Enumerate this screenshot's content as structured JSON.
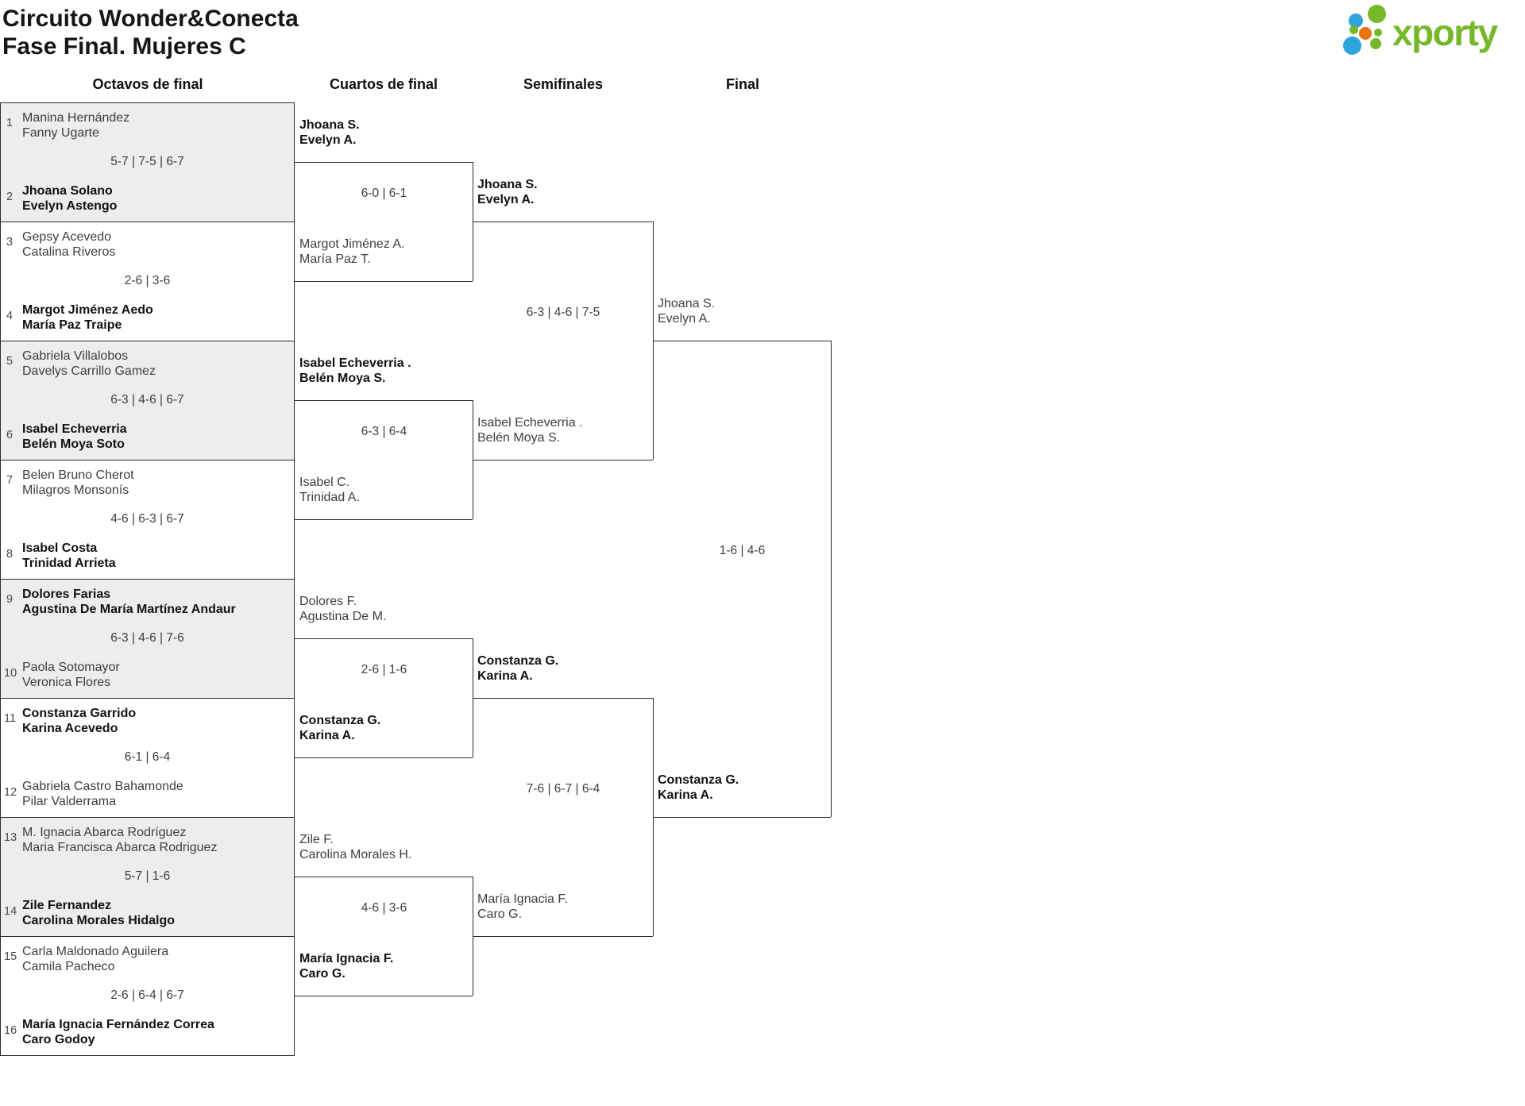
{
  "title": {
    "line1": "Circuito Wonder&Conecta",
    "line2": "Fase Final. Mujeres C"
  },
  "logo": {
    "wordmark": "xporty",
    "colors": {
      "green": "#76b82a",
      "blue": "#2fa3dc",
      "orange": "#e87210"
    }
  },
  "rounds": {
    "r16": "Octavos de final",
    "qf": "Cuartos de final",
    "sf": "Semifinales",
    "final": "Final"
  },
  "bracket": {
    "r16_matches": [
      {
        "seed_top": "1",
        "top": [
          "Manina Hernández",
          "Fanny Ugarte"
        ],
        "score": "5-7 | 7-5 | 6-7",
        "seed_bottom": "2",
        "bottom": [
          "Jhoana Solano",
          "Evelyn Astengo"
        ],
        "winner": "bottom"
      },
      {
        "seed_top": "3",
        "top": [
          "Gepsy Acevedo",
          "Catalina Riveros"
        ],
        "score": "2-6 | 3-6",
        "seed_bottom": "4",
        "bottom": [
          "Margot Jiménez Aedo",
          "María Paz Traipe"
        ],
        "winner": "bottom"
      },
      {
        "seed_top": "5",
        "top": [
          "Gabriela Villalobos",
          "Davelys Carrillo Gamez"
        ],
        "score": "6-3 | 4-6 | 6-7",
        "seed_bottom": "6",
        "bottom": [
          "Isabel Echeverria",
          "Belén Moya Soto"
        ],
        "winner": "bottom"
      },
      {
        "seed_top": "7",
        "top": [
          "Belen Bruno Cherot",
          "Milagros Monsonís"
        ],
        "score": "4-6 | 6-3 | 6-7",
        "seed_bottom": "8",
        "bottom": [
          "Isabel Costa",
          "Trinidad Arrieta"
        ],
        "winner": "bottom"
      },
      {
        "seed_top": "9",
        "top": [
          "Dolores Farias",
          "Agustina De María Martínez Andaur"
        ],
        "score": "6-3 | 4-6 | 7-6",
        "seed_bottom": "10",
        "bottom": [
          "Paola Sotomayor",
          "Veronica Flores"
        ],
        "winner": "top"
      },
      {
        "seed_top": "11",
        "top": [
          "Constanza Garrido",
          "Karina Acevedo"
        ],
        "score": "6-1 | 6-4",
        "seed_bottom": "12",
        "bottom": [
          "Gabriela Castro Bahamonde",
          "Pilar Valderrama"
        ],
        "winner": "top"
      },
      {
        "seed_top": "13",
        "top": [
          "M. Ignacia Abarca Rodríguez",
          "Maria Francisca Abarca Rodriguez"
        ],
        "score": "5-7 | 1-6",
        "seed_bottom": "14",
        "bottom": [
          "Zile Fernandez",
          "Carolina Morales Hidalgo"
        ],
        "winner": "bottom"
      },
      {
        "seed_top": "15",
        "top": [
          "Carla Maldonado Aguilera",
          "Camila Pacheco"
        ],
        "score": "2-6 | 6-4 | 6-7",
        "seed_bottom": "16",
        "bottom": [
          "María Ignacia Fernández Correa",
          "Caro Godoy"
        ],
        "winner": "bottom"
      }
    ],
    "qf_matches": [
      {
        "top": [
          "Jhoana S.",
          "Evelyn A."
        ],
        "score": "6-0 | 6-1",
        "bottom": [
          "Margot Jiménez A.",
          "María Paz T."
        ],
        "winner": "top"
      },
      {
        "top": [
          "Isabel Echeverria .",
          "Belén Moya S."
        ],
        "score": "6-3 | 6-4",
        "bottom": [
          "Isabel C.",
          "Trinidad A."
        ],
        "winner": "top"
      },
      {
        "top": [
          "Dolores F.",
          "Agustina De M."
        ],
        "score": "2-6 | 1-6",
        "bottom": [
          "Constanza G.",
          "Karina A."
        ],
        "winner": "bottom"
      },
      {
        "top": [
          "Zile F.",
          "Carolina Morales H."
        ],
        "score": "4-6 | 3-6",
        "bottom": [
          "María Ignacia F.",
          "Caro G."
        ],
        "winner": "bottom"
      }
    ],
    "sf_matches": [
      {
        "top": [
          "Jhoana S.",
          "Evelyn A."
        ],
        "score": "6-3 | 4-6 | 7-5",
        "bottom": [
          "Isabel Echeverria .",
          "Belén Moya S."
        ],
        "winner": "top"
      },
      {
        "top": [
          "Constanza G.",
          "Karina A."
        ],
        "score": "7-6 | 6-7 | 6-4",
        "bottom": [
          "María Ignacia F.",
          "Caro G."
        ],
        "winner": "top"
      }
    ],
    "final_match": {
      "top": [
        "Jhoana S.",
        "Evelyn A."
      ],
      "score": "1-6 | 4-6",
      "bottom": [
        "Constanza G.",
        "Karina A."
      ],
      "winner": "bottom"
    }
  }
}
